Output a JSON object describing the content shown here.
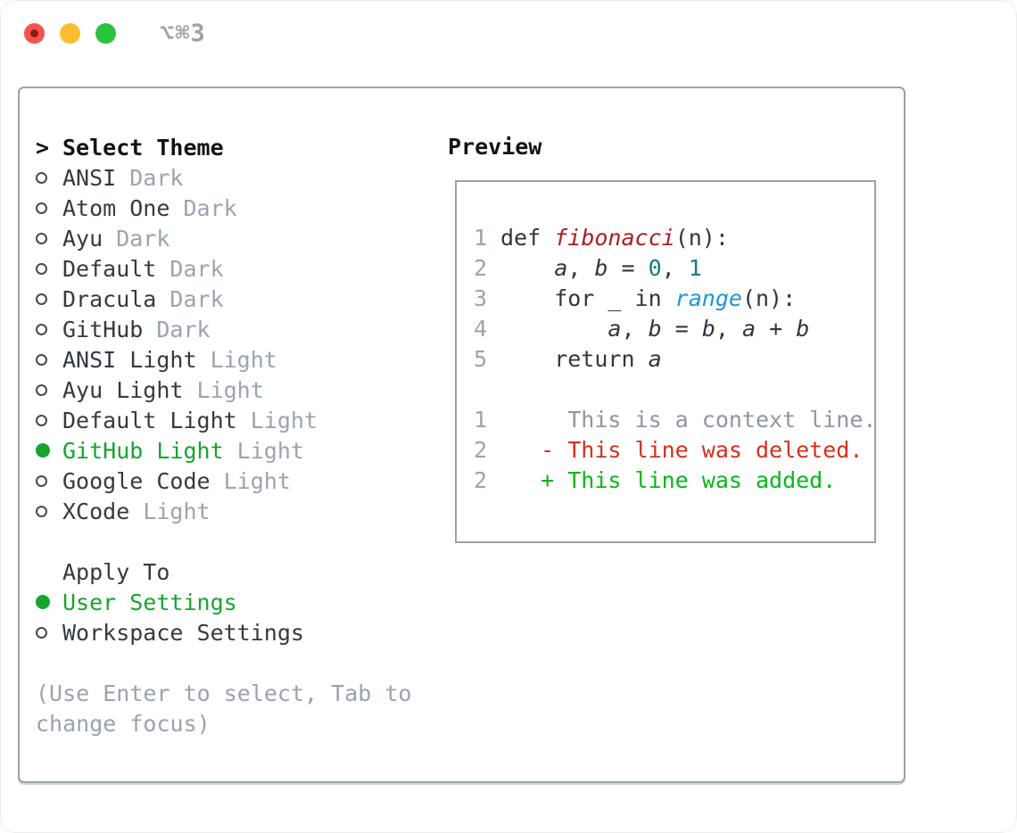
{
  "titlebar": {
    "shortcut": "⌥⌘3"
  },
  "theme_panel": {
    "header": {
      "prompt": ">",
      "label": "Select Theme"
    },
    "items": [
      {
        "label": "ANSI",
        "variant": "Dark",
        "selected": false
      },
      {
        "label": "Atom One",
        "variant": "Dark",
        "selected": false
      },
      {
        "label": "Ayu",
        "variant": "Dark",
        "selected": false
      },
      {
        "label": "Default",
        "variant": "Dark",
        "selected": false
      },
      {
        "label": "Dracula",
        "variant": "Dark",
        "selected": false
      },
      {
        "label": "GitHub",
        "variant": "Dark",
        "selected": false
      },
      {
        "label": "ANSI Light",
        "variant": "Light",
        "selected": false
      },
      {
        "label": "Ayu Light",
        "variant": "Light",
        "selected": false
      },
      {
        "label": "Default Light",
        "variant": "Light",
        "selected": false
      },
      {
        "label": "GitHub Light",
        "variant": "Light",
        "selected": true
      },
      {
        "label": "Google Code",
        "variant": "Light",
        "selected": false
      },
      {
        "label": "XCode",
        "variant": "Light",
        "selected": false
      }
    ],
    "apply_to": {
      "label": "Apply To",
      "options": [
        {
          "label": "User Settings",
          "selected": true
        },
        {
          "label": "Workspace Settings",
          "selected": false
        }
      ]
    },
    "hint_lines": [
      "(Use Enter to select, Tab to",
      "change focus)"
    ]
  },
  "preview": {
    "title": "Preview",
    "code_lines": [
      {
        "num": "1",
        "tokens": [
          {
            "text": "def ",
            "style": "plain"
          },
          {
            "text": "fibonacci",
            "style": "fn"
          },
          {
            "text": "(n):",
            "style": "plain"
          }
        ]
      },
      {
        "num": "2",
        "tokens": [
          {
            "text": "    ",
            "style": "plain"
          },
          {
            "text": "a",
            "style": "var"
          },
          {
            "text": ", ",
            "style": "plain"
          },
          {
            "text": "b",
            "style": "var"
          },
          {
            "text": " = ",
            "style": "plain"
          },
          {
            "text": "0",
            "style": "numlit"
          },
          {
            "text": ", ",
            "style": "plain"
          },
          {
            "text": "1",
            "style": "numlit"
          }
        ]
      },
      {
        "num": "3",
        "tokens": [
          {
            "text": "    for _ in ",
            "style": "plain"
          },
          {
            "text": "range",
            "style": "builtin"
          },
          {
            "text": "(n):",
            "style": "plain"
          }
        ]
      },
      {
        "num": "4",
        "tokens": [
          {
            "text": "        ",
            "style": "plain"
          },
          {
            "text": "a",
            "style": "var"
          },
          {
            "text": ", ",
            "style": "plain"
          },
          {
            "text": "b",
            "style": "var"
          },
          {
            "text": " = ",
            "style": "plain"
          },
          {
            "text": "b",
            "style": "var"
          },
          {
            "text": ", ",
            "style": "plain"
          },
          {
            "text": "a",
            "style": "var"
          },
          {
            "text": " + ",
            "style": "plain"
          },
          {
            "text": "b",
            "style": "var"
          }
        ]
      },
      {
        "num": "5",
        "tokens": [
          {
            "text": "    return ",
            "style": "plain"
          },
          {
            "text": "a",
            "style": "var"
          }
        ]
      },
      {
        "num": "",
        "tokens": []
      },
      {
        "num": "1",
        "tokens": [
          {
            "text": "     This is a context line.",
            "style": "ctx"
          }
        ]
      },
      {
        "num": "2",
        "tokens": [
          {
            "text": "   - This line was deleted.",
            "style": "del"
          }
        ]
      },
      {
        "num": "2",
        "tokens": [
          {
            "text": "   + This line was added.",
            "style": "add"
          }
        ]
      }
    ]
  },
  "colors": {
    "selected_green": "#17a42f",
    "added_green": "#06b81a",
    "deleted_red": "#d5301f",
    "function_red": "#a91e22",
    "number_teal": "#0e7f8a",
    "builtin_blue": "#1e96d6",
    "muted_gray": "#9aa4b0",
    "text_dark": "#30373d",
    "border_gray": "#9aa2ad"
  }
}
